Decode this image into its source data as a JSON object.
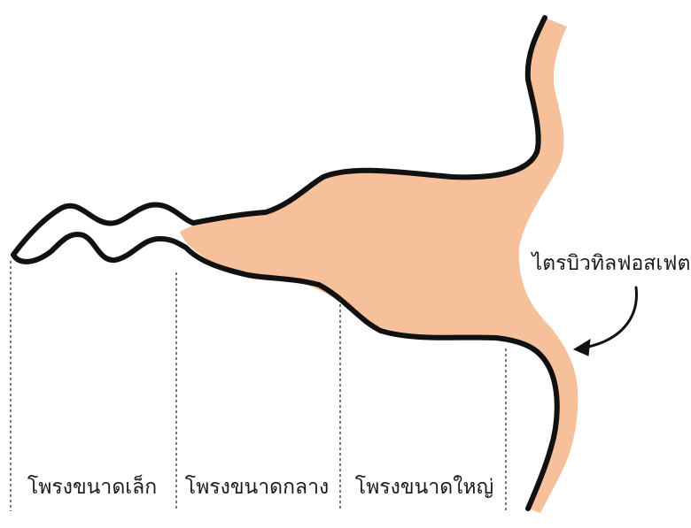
{
  "diagram": {
    "colors": {
      "fill": "#f5c09a",
      "outline": "#111111",
      "divider": "#333333",
      "text": "#1a1a1a",
      "background": "#ffffff"
    },
    "segments": [
      {
        "label": "โพรงขนาดเล็ก"
      },
      {
        "label": "โพรงขนาดกลาง"
      },
      {
        "label": "โพรงขนาดใหญ่"
      }
    ],
    "callout": {
      "label": "ไตรบิวทิลฟอสเฟต",
      "arrow_icon": "curved-arrow-icon"
    }
  }
}
